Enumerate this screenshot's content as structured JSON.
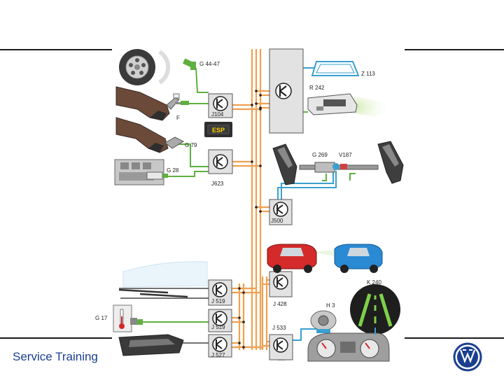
{
  "labels": {
    "g44": "G 44-47",
    "z113": "Z 113",
    "r242": "R 242",
    "j104": "J104",
    "esp": "ESP",
    "f": "F",
    "g79": "G 79",
    "g269": "G 269",
    "v187": "V187",
    "g28": "G 28",
    "j623": "J623",
    "j500": "J500",
    "k240": "K 240",
    "j519a": "J 519",
    "j519b": "J 519",
    "j428": "J 428",
    "h3": "H 3",
    "g17": "G 17",
    "j533": "J 533",
    "j527": "J 527"
  },
  "footer": {
    "title": "Service Training"
  },
  "colors": {
    "bus_orange": "#f0a050",
    "wire_green": "#5fb040",
    "wire_blue": "#3aa0d0",
    "box_gray": "#e2e2e2"
  }
}
